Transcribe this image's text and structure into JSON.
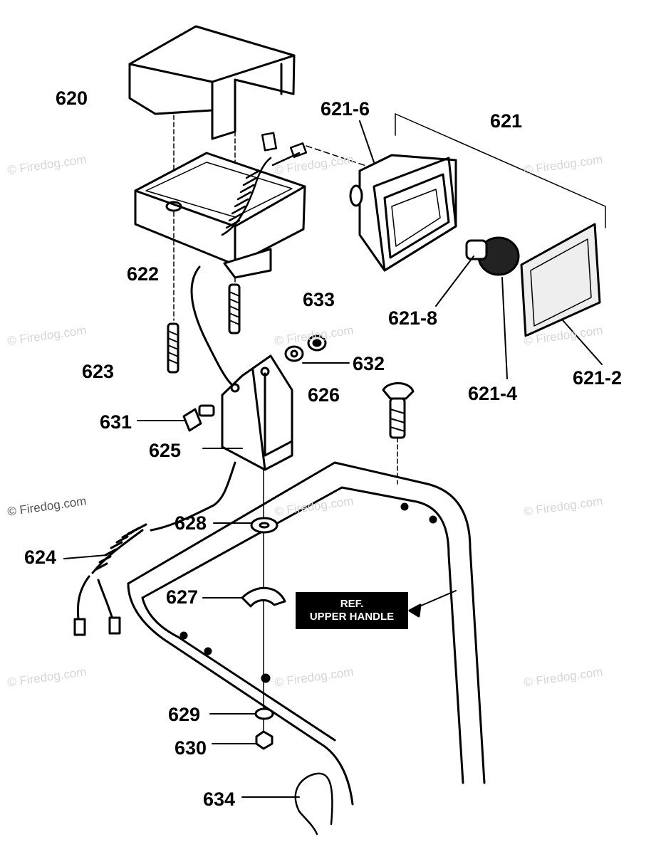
{
  "watermark": "© Firedog.com",
  "callouts": {
    "620": "620",
    "621": "621",
    "621_6": "621-6",
    "621_8": "621-8",
    "621_4": "621-4",
    "621_2": "621-2",
    "622": "622",
    "623": "623",
    "624": "624",
    "625": "625",
    "626": "626",
    "627": "627",
    "628": "628",
    "629": "629",
    "630": "630",
    "631": "631",
    "632": "632",
    "633": "633",
    "634": "634"
  },
  "reference_box": {
    "line1": "REF.",
    "line2": "UPPER HANDLE"
  }
}
